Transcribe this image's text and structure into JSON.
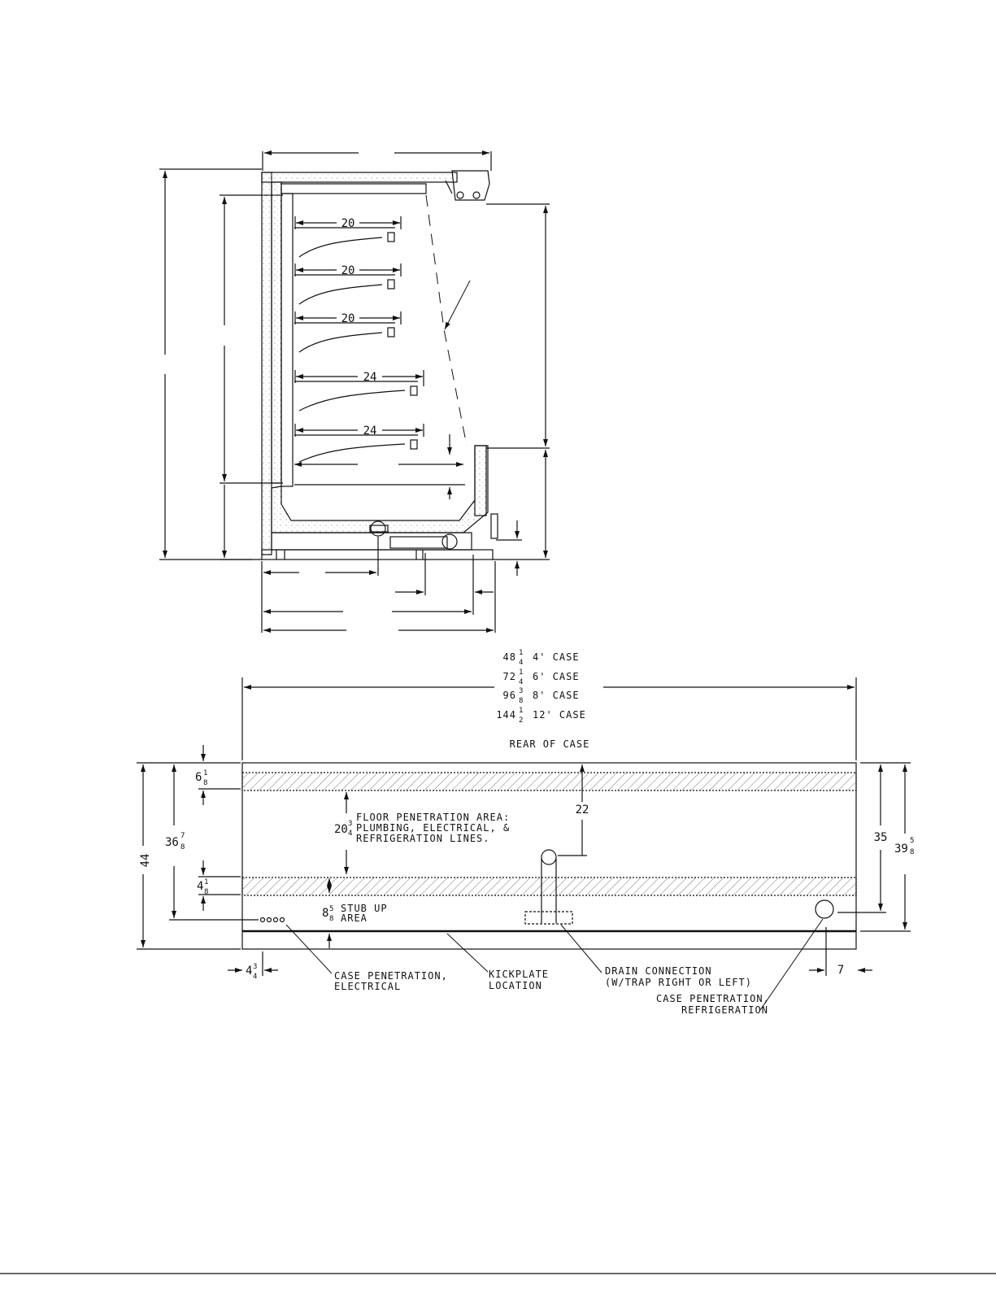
{
  "side_view": {
    "shelf_depths": [
      "20",
      "20",
      "20",
      "24",
      "24"
    ]
  },
  "plan_view": {
    "case_lengths": [
      {
        "whole": "48",
        "frac_num": "1",
        "frac_den": "4",
        "label": "4' CASE"
      },
      {
        "whole": "72",
        "frac_num": "1",
        "frac_den": "4",
        "label": "6' CASE"
      },
      {
        "whole": "96",
        "frac_num": "3",
        "frac_den": "8",
        "label": "8' CASE"
      },
      {
        "whole": "144",
        "frac_num": "1",
        "frac_den": "2",
        "label": "12' CASE"
      }
    ],
    "rear_label": "REAR OF CASE",
    "dims": {
      "overall_depth": "44",
      "d_36": {
        "whole": "36",
        "num": "7",
        "den": "8"
      },
      "d_6": {
        "whole": "6",
        "num": "1",
        "den": "8"
      },
      "d_20": {
        "whole": "20",
        "num": "3",
        "den": "4"
      },
      "d_4_upper": {
        "whole": "4",
        "num": "1",
        "den": "8"
      },
      "d_8": {
        "whole": "8",
        "num": "5",
        "den": "8"
      },
      "d_4_lower": {
        "whole": "4",
        "num": "3",
        "den": "4"
      },
      "d_22": "22",
      "d_35": "35",
      "d_39": {
        "whole": "39",
        "num": "5",
        "den": "8"
      },
      "d_7": "7"
    },
    "floor_area_label": [
      "FLOOR PENETRATION AREA:",
      "PLUMBING, ELECTRICAL, &",
      "REFRIGERATION LINES."
    ],
    "stub_up_label": [
      "STUB UP",
      "AREA"
    ],
    "callouts": {
      "electrical": [
        "CASE PENETRATION,",
        "ELECTRICAL"
      ],
      "kickplate": [
        "KICKPLATE",
        "LOCATION"
      ],
      "drain": [
        "DRAIN CONNECTION",
        "(W/TRAP RIGHT OR LEFT)"
      ],
      "refrigeration": [
        "CASE PENETRATION,",
        "REFRIGERATION"
      ]
    }
  }
}
